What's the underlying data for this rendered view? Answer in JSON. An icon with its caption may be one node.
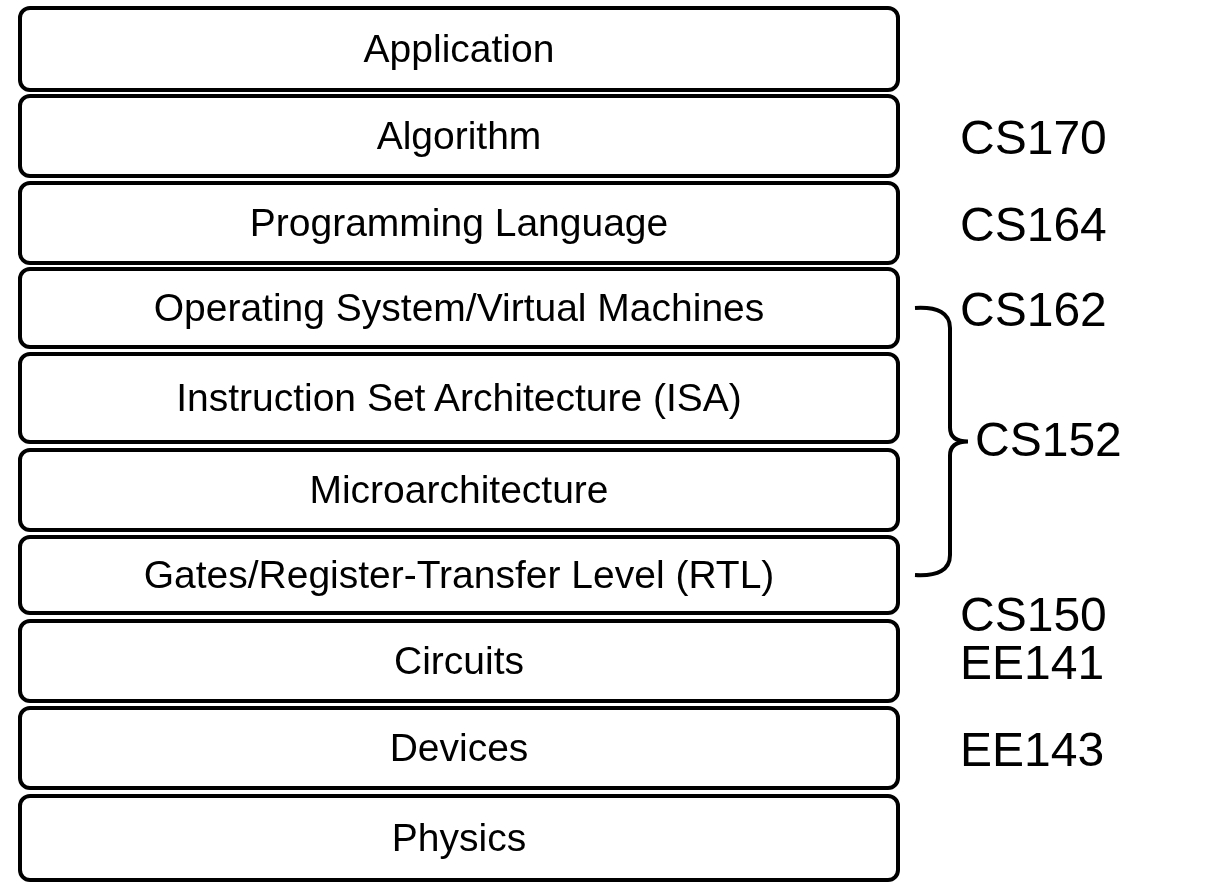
{
  "diagram": {
    "nodes": [
      {
        "text": [
          "Application"
        ]
      },
      {
        "text": [
          "Algorithm"
        ],
        "beside": [
          "CS170"
        ]
      },
      {
        "text": [
          "Programming Language"
        ],
        "beside": [
          "CS164"
        ]
      },
      {
        "text": [
          "Operating System/Virtual Machines"
        ],
        "beside": [
          "CS162"
        ]
      },
      {
        "text": [
          "Instruction Set Architecture (ISA)"
        ]
      },
      {
        "text": [
          "Microarchitecture"
        ]
      },
      {
        "text": [
          "Gates/Register-Transfer Level (RTL)"
        ],
        "beside": [
          "CS150"
        ]
      },
      {
        "text": [
          "Circuits"
        ],
        "beside": [
          "EE141"
        ]
      },
      {
        "text": [
          "Devices"
        ],
        "beside": [
          "EE143"
        ]
      },
      {
        "text": [
          "Physics"
        ]
      }
    ],
    "edges": [],
    "labels": [
      "CS152"
    ]
  }
}
